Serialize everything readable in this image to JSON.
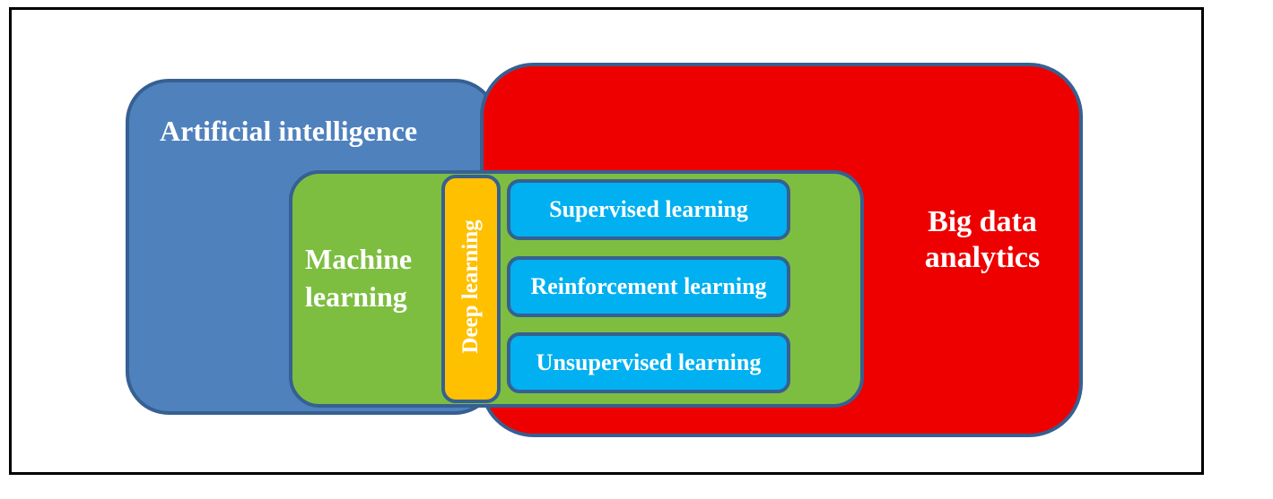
{
  "diagram": {
    "colors": {
      "frame_border": "#000000",
      "shape_border": "#366092",
      "ai_fill": "#4f81bd",
      "bda_fill": "#ee0000",
      "ml_fill": "#7dbe41",
      "dl_fill": "#ffc000",
      "sub_fill": "#00b0f0",
      "label_text": "#ffffff"
    },
    "ai": {
      "label": "Artificial intelligence"
    },
    "bda": {
      "line1": "Big data",
      "line2": "analytics"
    },
    "ml": {
      "line1": "Machine",
      "line2": "learning"
    },
    "dl": {
      "label": "Deep learning"
    },
    "sub_boxes": [
      {
        "label": "Supervised learning"
      },
      {
        "label": "Reinforcement learning"
      },
      {
        "label": "Unsupervised learning"
      }
    ]
  }
}
